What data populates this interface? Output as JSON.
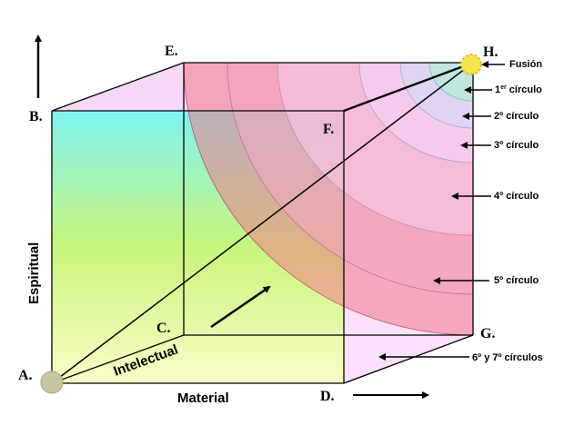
{
  "vertices": {
    "a": "A.",
    "b": "B.",
    "c": "C.",
    "d": "D.",
    "e": "E.",
    "f": "F.",
    "g": "G.",
    "h": "H."
  },
  "axes": {
    "vertical": "Espiritual",
    "diagonal": "Intelectual",
    "horizontal": "Material"
  },
  "annotations": {
    "fusion": "Fusión",
    "circle1_num": "1",
    "circle1_sup": "er",
    "circle1_rest": " círculo",
    "circle2": "2º círculo",
    "circle3": "3º círculo",
    "circle4": "4º círculo",
    "circle5": "5º círculo",
    "circle67": "6º y 7º círculos"
  },
  "colors": {
    "front_top": "#7ff3f3",
    "front_mid": "#c8f57a",
    "front_bottom": "#fbfcc8",
    "pink_face": "#fbe0fb",
    "red_shell": "#f07a8a",
    "fusion_dot": "#f7e34a",
    "origin_dot": "#c9c5a3"
  }
}
